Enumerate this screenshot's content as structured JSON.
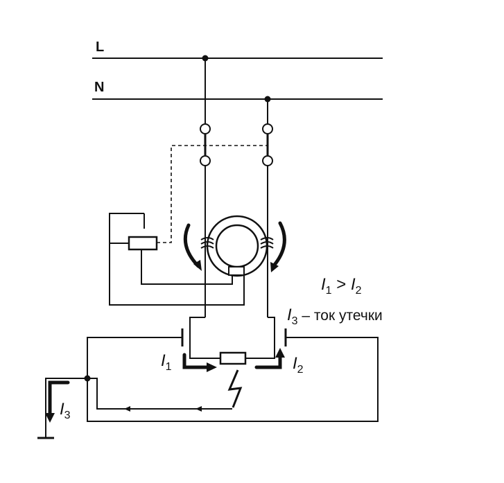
{
  "diagram": {
    "bus_l": "L",
    "bus_n": "N",
    "current_1": "I",
    "current_1_sub": "1",
    "current_2": "I",
    "current_2_sub": "2",
    "current_3": "I",
    "current_3_sub": "3",
    "condition_a": "I",
    "condition_a_sub": "1",
    "condition_gt": " > ",
    "condition_b": "I",
    "condition_b_sub": "2",
    "leak_symbol": "I",
    "leak_sub": "3",
    "leak_text": " – ток утечки"
  },
  "colors": {
    "line": "#111111",
    "background": "#ffffff"
  }
}
